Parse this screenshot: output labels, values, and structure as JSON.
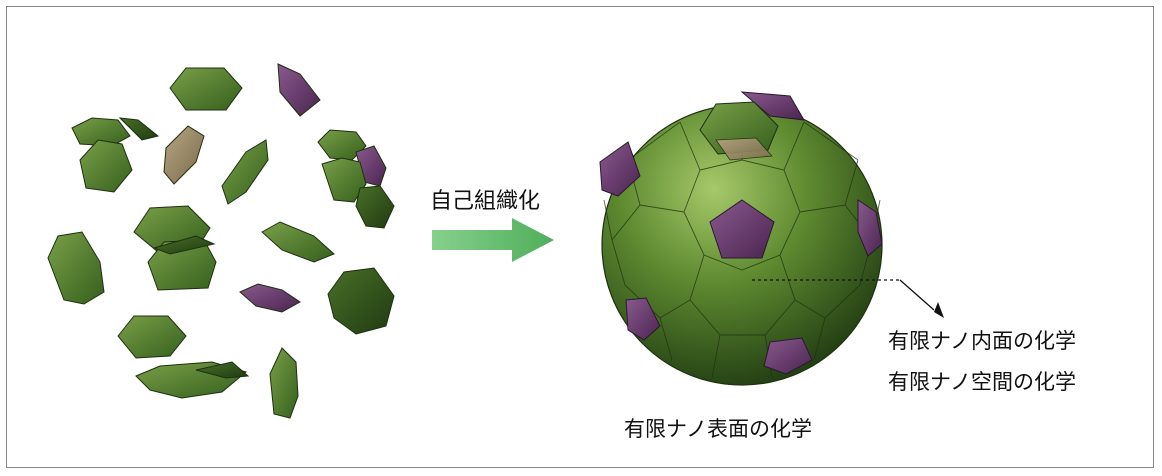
{
  "labels": {
    "process": "自己組織化",
    "inner_surface": "有限ナノ内面の化学",
    "inner_space": "有限ナノ空間の化学",
    "outer_surface": "有限ナノ表面の化学"
  },
  "colors": {
    "green_tile": "#4f7a2a",
    "green_dark": "#2a4a18",
    "purple_tile": "#6b3a6e",
    "tan_tile": "#9a8a6a",
    "arrow_green": "#6cc275",
    "pointer": "#111111"
  }
}
